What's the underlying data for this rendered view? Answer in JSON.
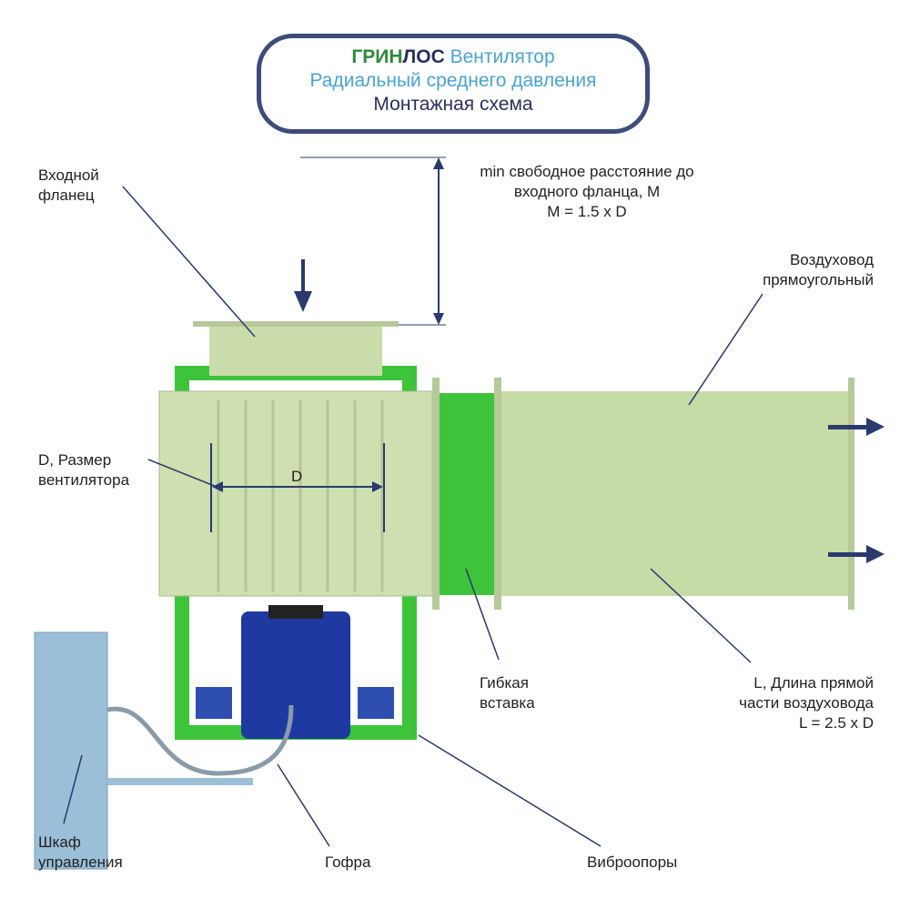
{
  "header": {
    "brand_green": "ГРИН",
    "brand_navy": "ЛОС",
    "title_suffix": "Вентилятор",
    "subtitle": "Радиальный среднего давления",
    "caption": "Монтажная схема"
  },
  "labels": {
    "inlet_flange": [
      "Входной",
      "фланец"
    ],
    "min_distance": [
      "min свободное расстояние до",
      "входного фланца, M",
      "M = 1.5 x D"
    ],
    "duct": [
      "Воздуховод",
      "прямоугольный"
    ],
    "fan_size": [
      "D, Размер",
      "вентилятора"
    ],
    "d_mark": "D",
    "flexible": [
      "Гибкая",
      "вставка"
    ],
    "straight_length": [
      "L, Длина прямой",
      "части воздуховода",
      "L = 2.5 x D"
    ],
    "cabinet": [
      "Шкаф",
      "управления"
    ],
    "corrugation": "Гофра",
    "vibration_mounts": "Виброопоры"
  },
  "colors": {
    "fan": "#cfe0b0",
    "frame": "#3ec43a",
    "motor": "#1e3aa0",
    "arrow": "#2a3a6e",
    "cabinet": "#9bbfd8"
  }
}
